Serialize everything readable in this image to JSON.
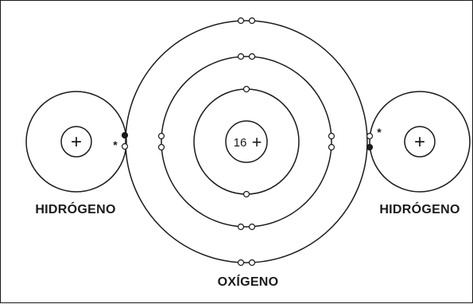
{
  "oxygen": {
    "label": "OXÍGENO",
    "nucleus_charge": "16",
    "nucleus_sign": "+"
  },
  "hydrogen_left": {
    "label": "HIDRÓGENO",
    "nucleus_sign": "+",
    "marker": "*"
  },
  "hydrogen_right": {
    "label": "HIDRÓGENO",
    "nucleus_sign": "+",
    "marker": "*"
  },
  "colors": {
    "ink": "#1a1a1a",
    "background": "#ffffff"
  }
}
